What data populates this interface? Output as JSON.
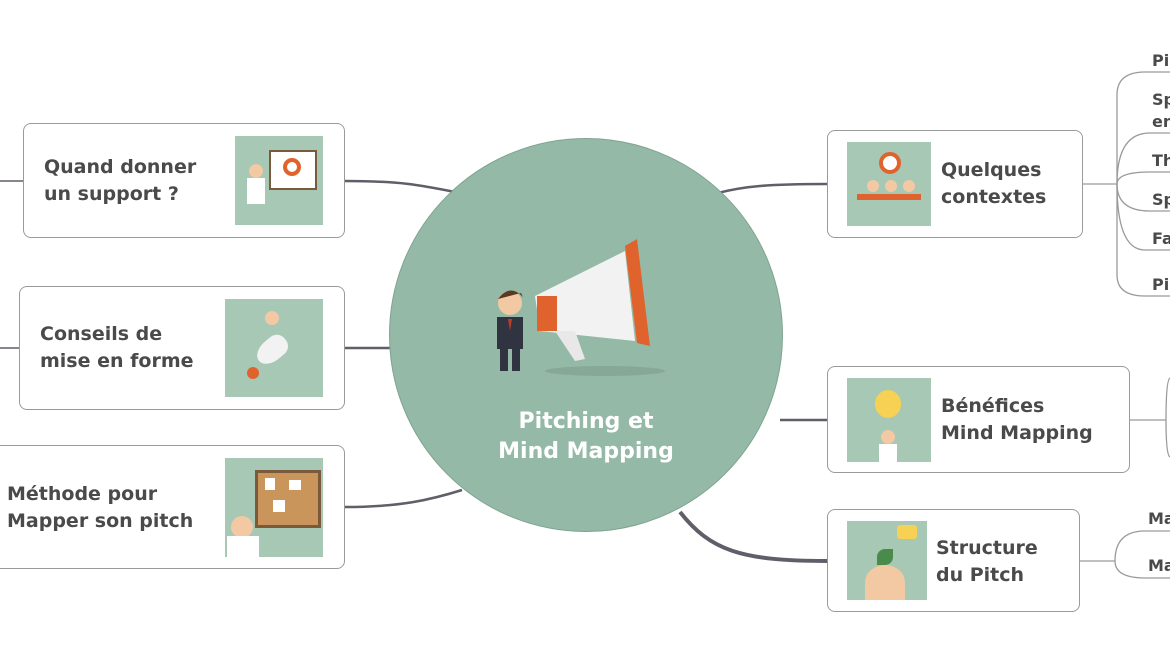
{
  "central": {
    "title": "Pitching et\nMind Mapping",
    "icon": "megaphone-businessman-icon"
  },
  "left_nodes": [
    {
      "label": "Quand donner\nun support ?",
      "icon": "presentation-board-icon"
    },
    {
      "label": "Conseils de\nmise en forme",
      "icon": "rocket-businessman-icon"
    },
    {
      "label": "Méthode pour\nMapper son pitch",
      "icon": "corkboard-icon"
    }
  ],
  "right_nodes": [
    {
      "label": "Quelques\ncontextes",
      "icon": "target-team-icon",
      "children": [
        "Pi",
        "Sp\nen",
        "Th",
        "Sp",
        "Fa",
        "Pi"
      ]
    },
    {
      "label": "Bénéfices\nMind Mapping",
      "icon": "lightbulb-icon",
      "children": []
    },
    {
      "label": "Structure\ndu Pitch",
      "icon": "plant-head-icon",
      "children": [
        "Ma",
        "Ma"
      ]
    }
  ],
  "colors": {
    "center": "#95b9a7",
    "image_bg": "#a6c8b5",
    "text": "#4a4a4a",
    "link": "#5f5f6a",
    "accent": "#e0622d"
  }
}
